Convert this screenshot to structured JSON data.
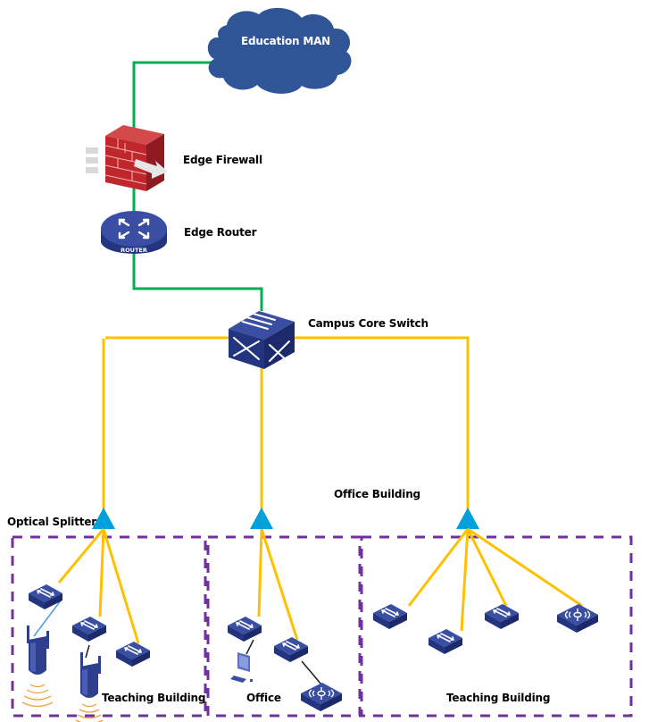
{
  "diagram": {
    "type": "network-topology",
    "colors": {
      "cloud": "#2f5597",
      "uplink_green": "#00b050",
      "fiber_yellow": "#ffc000",
      "splitter": "#00a0dc",
      "zone_border": "#7030a0",
      "device_blue": "#2e3f8f",
      "firewall_red": "#c0272d",
      "copper_black": "#1a1a1a",
      "wifi_link": "#4a9be0",
      "wifi_waves": "#f5a040"
    },
    "nodes": {
      "cloud": {
        "label": "Education MAN"
      },
      "firewall": {
        "label": "Edge Firewall"
      },
      "router": {
        "label": "Edge Router",
        "badge": "ROUTER"
      },
      "core": {
        "label": "Campus Core Switch"
      }
    },
    "splitter_label": "Optical Splitter",
    "office_building_label": "Office Building",
    "zones": [
      {
        "label": "Teaching Building",
        "devices": [
          "access-switch",
          "access-switch",
          "access-switch",
          "wireless-ap",
          "wireless-ap"
        ]
      },
      {
        "label": "Office",
        "devices": [
          "access-switch",
          "access-switch",
          "pc",
          "wireless-controller"
        ]
      },
      {
        "label": "Teaching Building",
        "devices": [
          "access-switch",
          "access-switch",
          "access-switch",
          "wireless-controller"
        ]
      }
    ],
    "links": [
      {
        "from": "Education MAN",
        "to": "Edge Firewall",
        "medium": "green"
      },
      {
        "from": "Edge Firewall",
        "to": "Edge Router",
        "medium": "green"
      },
      {
        "from": "Edge Router",
        "to": "Campus Core Switch",
        "medium": "green"
      },
      {
        "from": "Campus Core Switch",
        "to": "splitter-1",
        "medium": "fiber"
      },
      {
        "from": "Campus Core Switch",
        "to": "splitter-2",
        "medium": "fiber"
      },
      {
        "from": "Campus Core Switch",
        "to": "splitter-3",
        "medium": "fiber"
      }
    ]
  }
}
